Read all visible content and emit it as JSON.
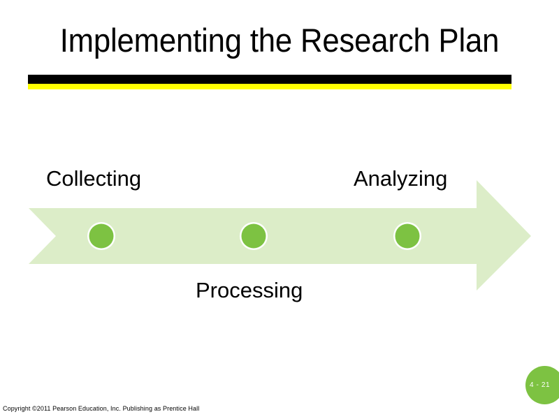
{
  "slide": {
    "title": "Implementing the Research Plan",
    "background_color": "#FFFFFF"
  },
  "rules": {
    "black_bar_color": "#000000",
    "yellow_bar_color": "#FFFF00"
  },
  "diagram": {
    "type": "process-arrow",
    "arrow_fill_color": "#DCEDC8",
    "node_fill_color": "#7DC242",
    "node_ring_color": "#FFFFFF",
    "direction": "left-to-right",
    "stages": [
      {
        "label": "Collecting",
        "label_position": "above",
        "node_index": 0
      },
      {
        "label": "Processing",
        "label_position": "below",
        "node_index": 1
      },
      {
        "label": "Analyzing",
        "label_position": "above",
        "node_index": 2
      }
    ]
  },
  "labels": {
    "collecting": "Collecting",
    "processing": "Processing",
    "analyzing": "Analyzing"
  },
  "page_badge": {
    "text": "4 - 21",
    "color": "#7DC242",
    "text_color": "#FFFFFF"
  },
  "footer": {
    "copyright": "Copyright ©2011 Pearson Education, Inc. Publishing as Prentice Hall"
  }
}
